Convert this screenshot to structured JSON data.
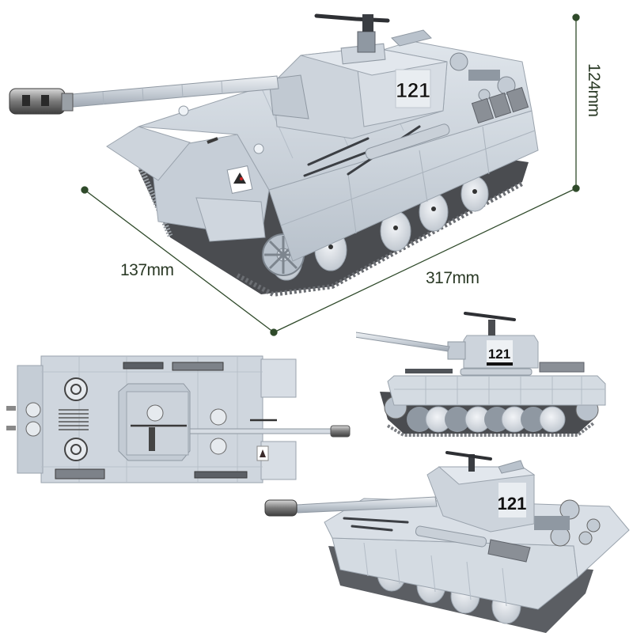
{
  "product": {
    "subject": "Brick-built tank model (Panther style)",
    "turret_number": "121"
  },
  "dimensions": {
    "height": "124mm",
    "width": "137mm",
    "length": "317mm"
  },
  "colors": {
    "background": "#ffffff",
    "hull_light": "#d3dae2",
    "hull_mid": "#b9c2cc",
    "hull_shadow": "#98a2ad",
    "track_dark": "#4a4c50",
    "track_mid": "#6b6e73",
    "wheel_light": "#e4e8ed",
    "gun_steel": "#8e9297",
    "dimension_line": "#2f4a2a",
    "number_text": "#111111"
  },
  "views": [
    {
      "id": "main-isometric",
      "label": "Front 3/4 view with dimensions"
    },
    {
      "id": "top",
      "label": "Top view"
    },
    {
      "id": "side",
      "label": "Side view"
    },
    {
      "id": "rear-isometric",
      "label": "Rear 3/4 view"
    }
  ]
}
